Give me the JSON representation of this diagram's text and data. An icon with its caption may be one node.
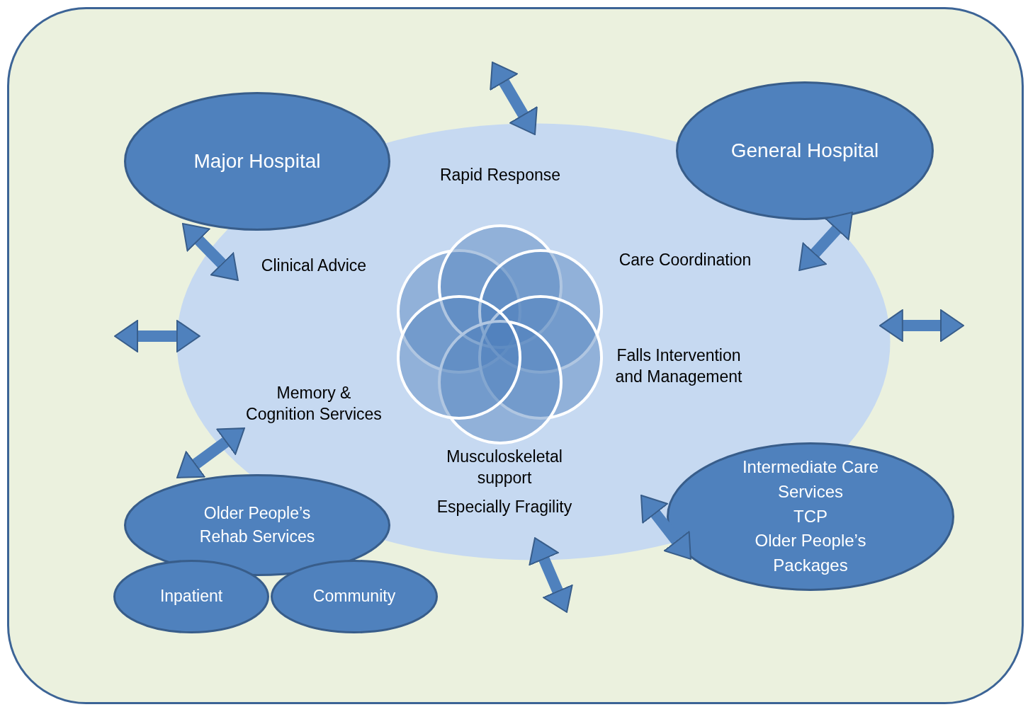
{
  "diagram": {
    "nodes": [
      {
        "text": [],
        "shape": "box"
      },
      {
        "text": [
          "Rapid Response",
          "Clinical Advice",
          "Care Coordination",
          "Falls Intervention and Management",
          "Memory & Cognition Services",
          "Musculoskeletal support",
          "Especially Fragility"
        ],
        "in": 0
      },
      {
        "text": [
          "Major Hospital"
        ],
        "in": 0
      },
      {
        "text": [
          "General Hospital"
        ],
        "in": 0
      },
      {
        "text": [
          "Older People’s Rehab Services"
        ],
        "in": 0
      },
      {
        "text": [
          "Inpatient"
        ],
        "in": 0
      },
      {
        "text": [
          "Community"
        ],
        "in": 0
      },
      {
        "text": [
          "Intermediate Care Services",
          "TCP",
          "Older People’s Packages"
        ],
        "in": 0
      }
    ],
    "edges": [
      {
        "from": 2,
        "to": 1,
        "arrow": "both"
      },
      {
        "from": 3,
        "to": 1,
        "arrow": "both"
      },
      {
        "from": 4,
        "to": 1,
        "arrow": "both"
      },
      {
        "from": 7,
        "to": 1,
        "arrow": "both"
      },
      {
        "from": null,
        "to": 1,
        "arrow": "both"
      },
      {
        "from": null,
        "to": 1,
        "arrow": "both"
      },
      {
        "from": null,
        "to": 1,
        "arrow": "both"
      },
      {
        "from": null,
        "to": 1,
        "arrow": "both"
      }
    ]
  }
}
